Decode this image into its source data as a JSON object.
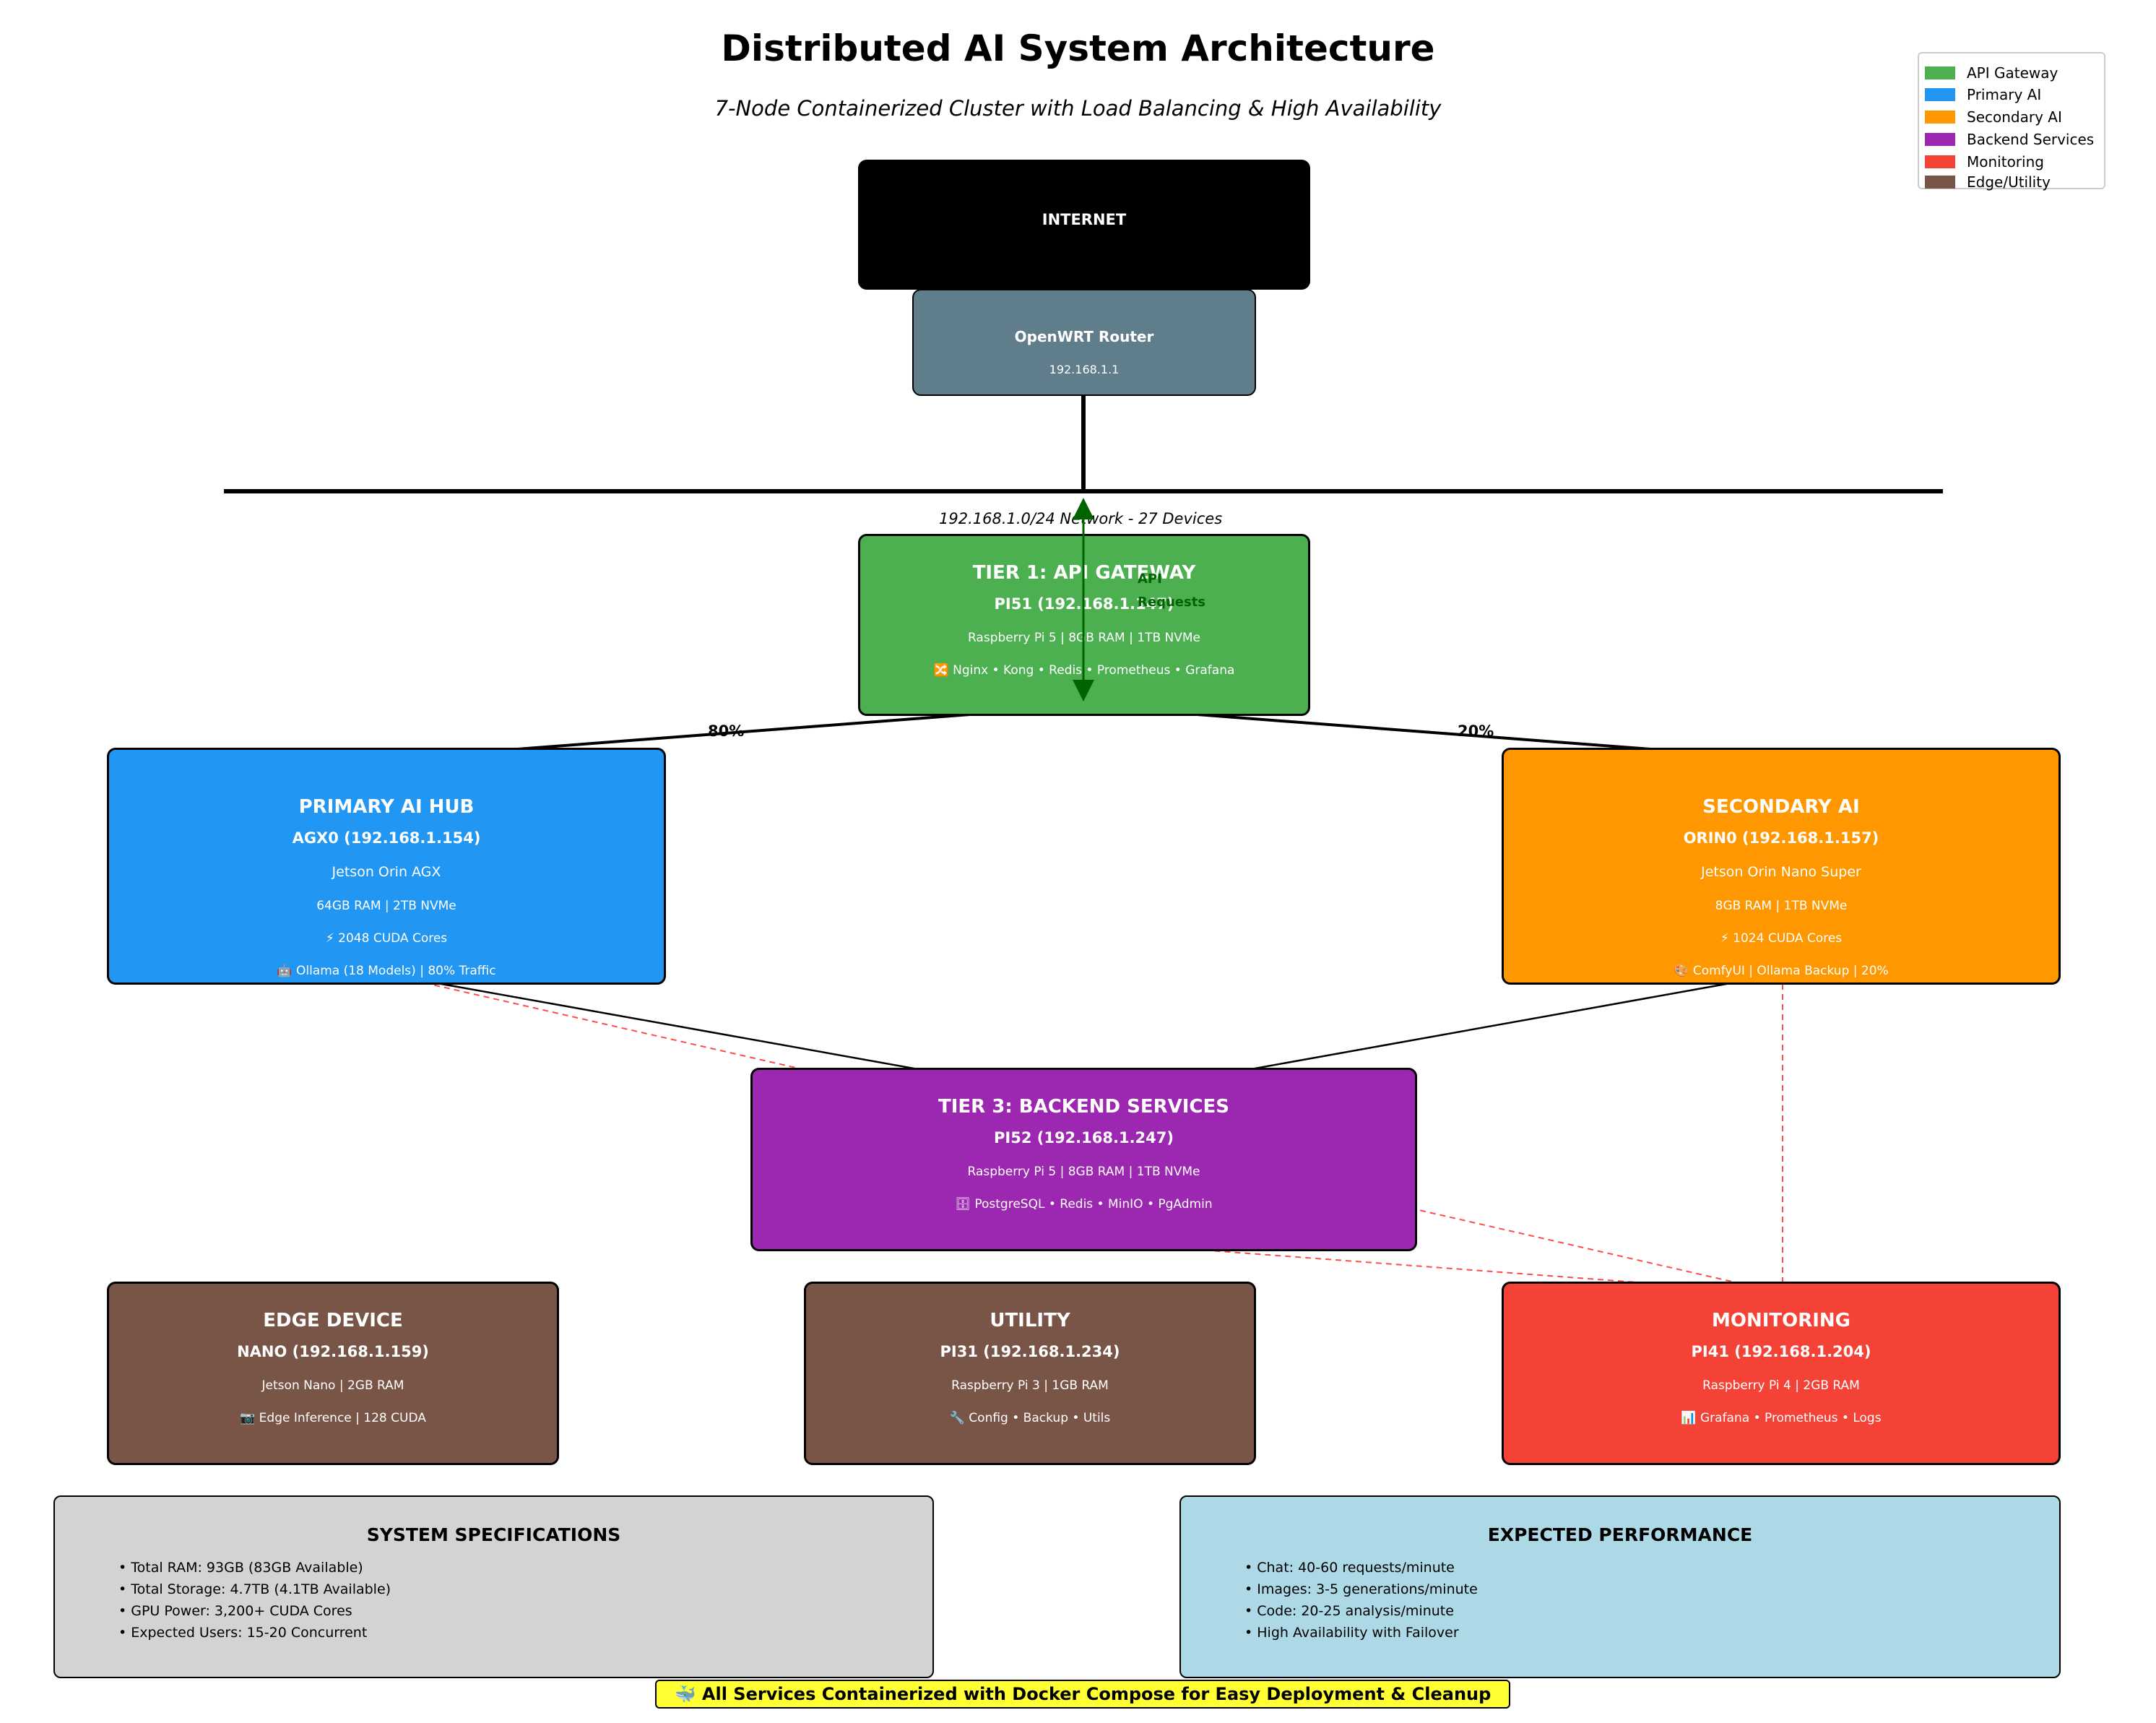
{
  "title": "Distributed AI System Architecture",
  "subtitle": "7-Node Containerized Cluster with Load Balancing & High Availability",
  "legend": [
    {
      "label": "API Gateway",
      "color": "#4caf50"
    },
    {
      "label": "Primary AI",
      "color": "#2196f3"
    },
    {
      "label": "Secondary AI",
      "color": "#ff9800"
    },
    {
      "label": "Backend Services",
      "color": "#9c27b0"
    },
    {
      "label": "Monitoring",
      "color": "#f44336"
    },
    {
      "label": "Edge/Utility",
      "color": "#795548"
    }
  ],
  "internet": {
    "label": "INTERNET",
    "color": "#000000"
  },
  "router": {
    "name": "OpenWRT Router",
    "ip": "192.168.1.1",
    "color": "#607d8b"
  },
  "network": {
    "label": "192.168.1.0/24 Network - 27 Devices"
  },
  "api_arrow_label": "API\nRequests",
  "gateway": {
    "tier": "TIER 1: API GATEWAY",
    "host": "PI51 (192.168.1.147)",
    "hardware": "Raspberry Pi 5 | 8GB RAM | 1TB NVMe",
    "services": "🔀 Nginx • Kong • Redis • Prometheus • Grafana",
    "color": "#4caf50"
  },
  "traffic_split": {
    "primary": "80%",
    "secondary": "20%"
  },
  "primary": {
    "tier": "PRIMARY AI HUB",
    "host": "AGX0 (192.168.1.154)",
    "device": "Jetson Orin AGX",
    "memory": "64GB RAM | 2TB NVMe",
    "cuda": "⚡ 2048 CUDA Cores",
    "services": "🤖 Ollama (18 Models) | 80% Traffic",
    "color": "#2196f3"
  },
  "secondary": {
    "tier": "SECONDARY AI",
    "host": "ORIN0 (192.168.1.157)",
    "device": "Jetson Orin Nano Super",
    "memory": "8GB RAM | 1TB NVMe",
    "cuda": "⚡ 1024 CUDA Cores",
    "services": "🎨 ComfyUI | Ollama Backup | 20%",
    "color": "#ff9800"
  },
  "backend": {
    "tier": "TIER 3: BACKEND SERVICES",
    "host": "PI52 (192.168.1.247)",
    "hardware": "Raspberry Pi 5 | 8GB RAM | 1TB NVMe",
    "services": "🗄 PostgreSQL • Redis • MinIO • PgAdmin",
    "color": "#9c27b0"
  },
  "edge": {
    "tier": "EDGE DEVICE",
    "host": "NANO (192.168.1.159)",
    "hardware": "Jetson Nano | 2GB RAM",
    "services": "📷 Edge Inference | 128 CUDA",
    "color": "#795548"
  },
  "utility": {
    "tier": "UTILITY",
    "host": "PI31 (192.168.1.234)",
    "hardware": "Raspberry Pi 3 | 1GB RAM",
    "services": "🔧 Config • Backup • Utils",
    "color": "#795548"
  },
  "monitoring": {
    "tier": "MONITORING",
    "host": "PI41 (192.168.1.204)",
    "hardware": "Raspberry Pi 4 | 2GB RAM",
    "services": "📊 Grafana • Prometheus • Logs",
    "color": "#f44336"
  },
  "specs": {
    "title": "SYSTEM SPECIFICATIONS",
    "items": [
      "• Total RAM: 93GB (83GB Available)",
      "• Total Storage: 4.7TB (4.1TB Available)",
      "• GPU Power: 3,200+ CUDA Cores",
      "• Expected Users: 15-20 Concurrent"
    ],
    "color": "#d3d3d3"
  },
  "performance": {
    "title": "EXPECTED PERFORMANCE",
    "items": [
      "• Chat: 40-60 requests/minute",
      "• Images: 3-5 generations/minute",
      "• Code: 20-25 analysis/minute",
      "• High Availability with Failover"
    ],
    "color": "#add8e6"
  },
  "footer": "🐳 All Services Containerized with Docker Compose for Easy Deployment & Cleanup"
}
